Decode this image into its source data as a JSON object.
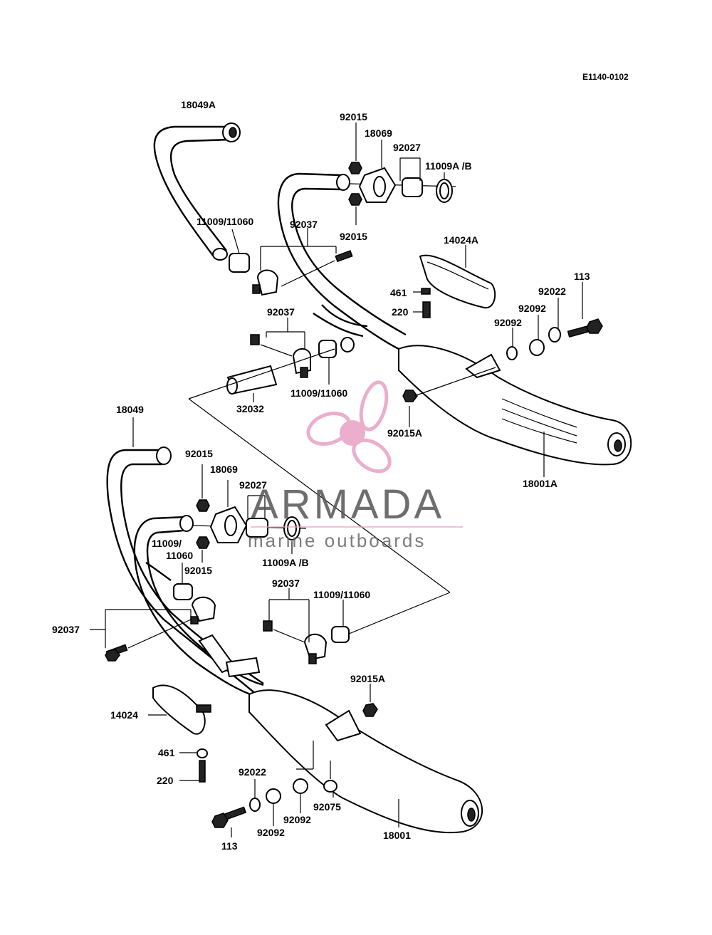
{
  "diagram_code": "E1140-0102",
  "watermark": {
    "brand": "ARMADA",
    "tagline": "marine outboards",
    "logo_colors": {
      "petal": "#e8a0c4",
      "hub": "#e8a0c4",
      "rule": "#e8a0c4"
    }
  },
  "upper_assembly": {
    "pipe_upper": "18049A",
    "nut_top": "92015",
    "flange": "18069",
    "collar": "92027",
    "gasket": "11009A /B",
    "nut_bottom": "92015",
    "gasket_collar_left": "11009/11060",
    "clamp_upper": "92037",
    "heat_guard": "14024A",
    "washer_461": "461",
    "bolt_220": "220",
    "bolt_113": "113",
    "washer_92022": "92022",
    "collar_92092_a": "92092",
    "collar_92092_b": "92092",
    "clamp_mid": "92037",
    "connector": "32032",
    "gasket_collar_mid": "11009/11060",
    "nut_92015A": "92015A",
    "muffler": "18001A"
  },
  "lower_assembly": {
    "pipe_lower": "18049",
    "nut_top": "92015",
    "flange": "18069",
    "collar": "92027",
    "gasket_left_line1": "11009/",
    "gasket_left_line2": "11060",
    "nut_bottom": "92015",
    "gasket": "11009A /B",
    "clamp_right": "92037",
    "gasket_collar_right": "11009/11060",
    "clamp_left": "92037",
    "nut_92015A": "92015A",
    "heat_guard": "14024",
    "washer_461": "461",
    "bolt_220": "220",
    "washer_92022": "92022",
    "collar_92092_a": "92092",
    "collar_92092_b": "92092",
    "rubber_92075": "92075",
    "bolt_113": "113",
    "muffler": "18001"
  }
}
